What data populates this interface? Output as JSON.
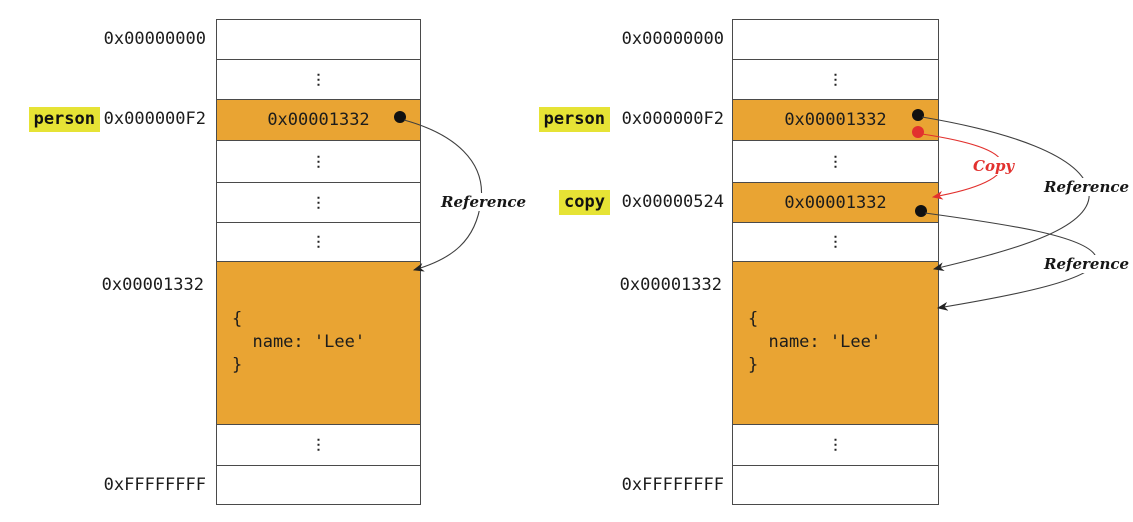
{
  "glyphs": {
    "vdots": "⋮"
  },
  "colors": {
    "orange": "#E9A433",
    "highlight": "#E6E335",
    "border": "#4a4a4a",
    "red": "#E2312E",
    "curve": "#3f3f3f"
  },
  "annotations": {
    "reference_left": "Reference",
    "reference_right_1": "Reference",
    "reference_right_2": "Reference",
    "copy_arrow": "Copy"
  },
  "left": {
    "addr_top": "0x00000000",
    "var_person": "person",
    "addr_person": "0x000000F2",
    "person_value": "0x00001332",
    "addr_object": "0x00001332",
    "object_literal": "{\n  name: 'Lee'\n}",
    "addr_bottom": "0xFFFFFFFF"
  },
  "right": {
    "addr_top": "0x00000000",
    "var_person": "person",
    "addr_person": "0x000000F2",
    "person_value": "0x00001332",
    "var_copy": "copy",
    "addr_copy": "0x00000524",
    "copy_value": "0x00001332",
    "addr_object": "0x00001332",
    "object_literal": "{\n  name: 'Lee'\n}",
    "addr_bottom": "0xFFFFFFFF"
  }
}
